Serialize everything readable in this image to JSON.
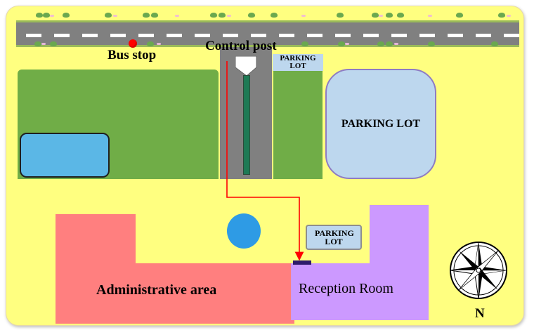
{
  "labels": {
    "bus_stop": "Bus stop",
    "control_post": "Control post",
    "parking_lot_small_top": "PARKING LOT",
    "parking_lot_large": "PARKING LOT",
    "parking_lot_small_bottom": "PARKING LOT",
    "administrative_area": "Administrative area",
    "reception_room": "Reception Room",
    "compass_north": "N"
  },
  "colors": {
    "ground": "#ffff80",
    "road": "#808080",
    "grass": "#70ad47",
    "pond": "#5bb7e6",
    "parking_lot": "#bdd7ee",
    "admin_area": "#ff7f7f",
    "reception_room": "#cc99ff",
    "route_arrow": "#ff0000",
    "bus_stop_marker": "#ff0000",
    "fountain": "#2e9be5",
    "entrance_marker": "#2e1a6b"
  },
  "icons": {
    "compass": "compass-rose-icon"
  }
}
